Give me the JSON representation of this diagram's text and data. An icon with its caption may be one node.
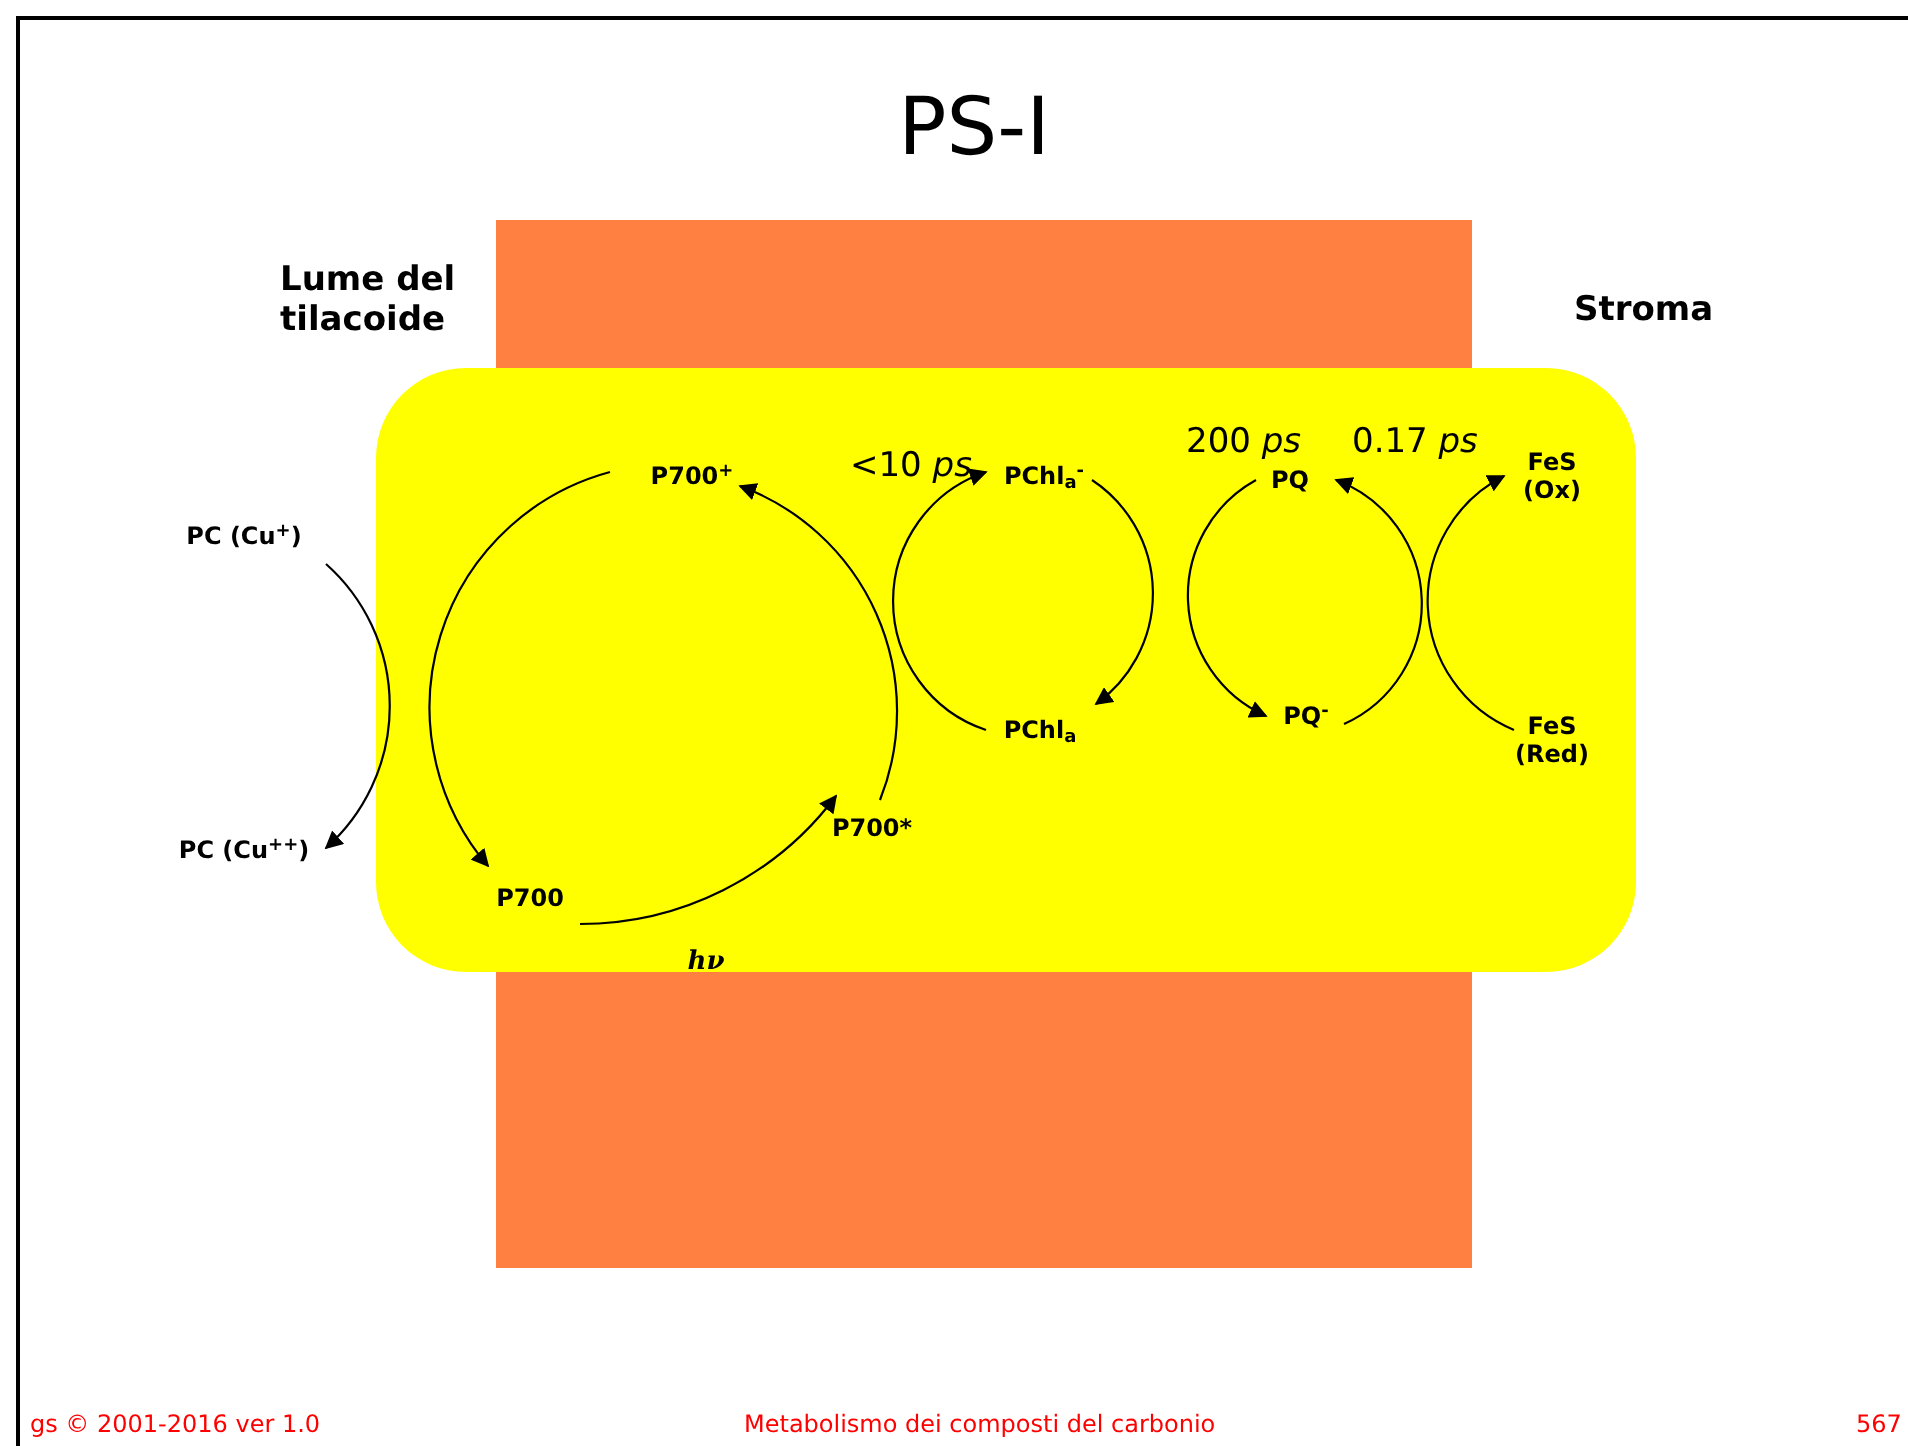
{
  "diagram": {
    "title": "PS-I",
    "nodes": [
      {
        "text": [
          "PC (Cu$^{+}$)"
        ]
      },
      {
        "text": [
          "PC (Cu$^{++}$)"
        ]
      },
      {
        "text": [
          "P700$^{+}$"
        ]
      },
      {
        "text": [
          "P700"
        ]
      },
      {
        "text": [
          "P700*"
        ]
      },
      {
        "text": [
          "PChl$_{a}$$^{-}$"
        ]
      },
      {
        "text": [
          "PChl$_{a}$"
        ]
      },
      {
        "text": [
          "PQ"
        ]
      },
      {
        "text": [
          "PQ$^{-}$"
        ]
      },
      {
        "text": [
          "FeS (Ox)"
        ]
      },
      {
        "text": [
          "FeS (Red)"
        ]
      }
    ],
    "edges": [
      {
        "from": 0,
        "to": 1,
        "arrow": "to"
      },
      {
        "from": 2,
        "to": 3,
        "arrow": "to"
      },
      {
        "from": 3,
        "to": 4,
        "arrow": "to",
        "label": "hν"
      },
      {
        "from": 4,
        "to": 2,
        "arrow": "to"
      },
      {
        "from": 6,
        "to": 5,
        "arrow": "to"
      },
      {
        "from": 5,
        "to": 6,
        "arrow": "to"
      },
      {
        "from": 7,
        "to": 8,
        "arrow": "to"
      },
      {
        "from": 8,
        "to": 7,
        "arrow": "to"
      },
      {
        "from": 10,
        "to": 9,
        "arrow": "to"
      }
    ],
    "labels": [
      "Lume del tilacoide",
      "Stroma",
      "<10 *ps*",
      "200 *ps*",
      "0.17 *ps*",
      "gs © 2001-2016 ver 1.0",
      "Metabolismo dei composti del carbonio",
      "567"
    ]
  }
}
